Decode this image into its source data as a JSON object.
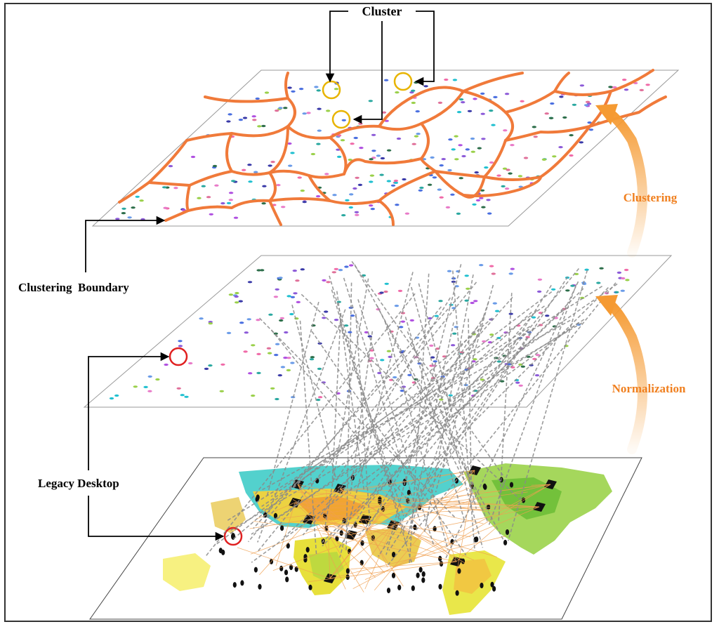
{
  "figure": {
    "labels": {
      "cluster": "Cluster",
      "clustering_boundary": "Clustering  Boundary",
      "legacy_desktop": "Legacy Desktop",
      "clustering": "Clustering",
      "normalization": "Normalization"
    },
    "colors": {
      "boundary": "#f07a3a",
      "cluster_marker": "#e8b400",
      "legacy_marker": "#e02020",
      "process_arrow": "#f59a32",
      "mapping_lines": "#8a8a8a",
      "plane_border": "#888888",
      "label_accent": "#f08020"
    },
    "layers": [
      "clustered-plane",
      "normalized-plane",
      "world-map-plane"
    ]
  }
}
